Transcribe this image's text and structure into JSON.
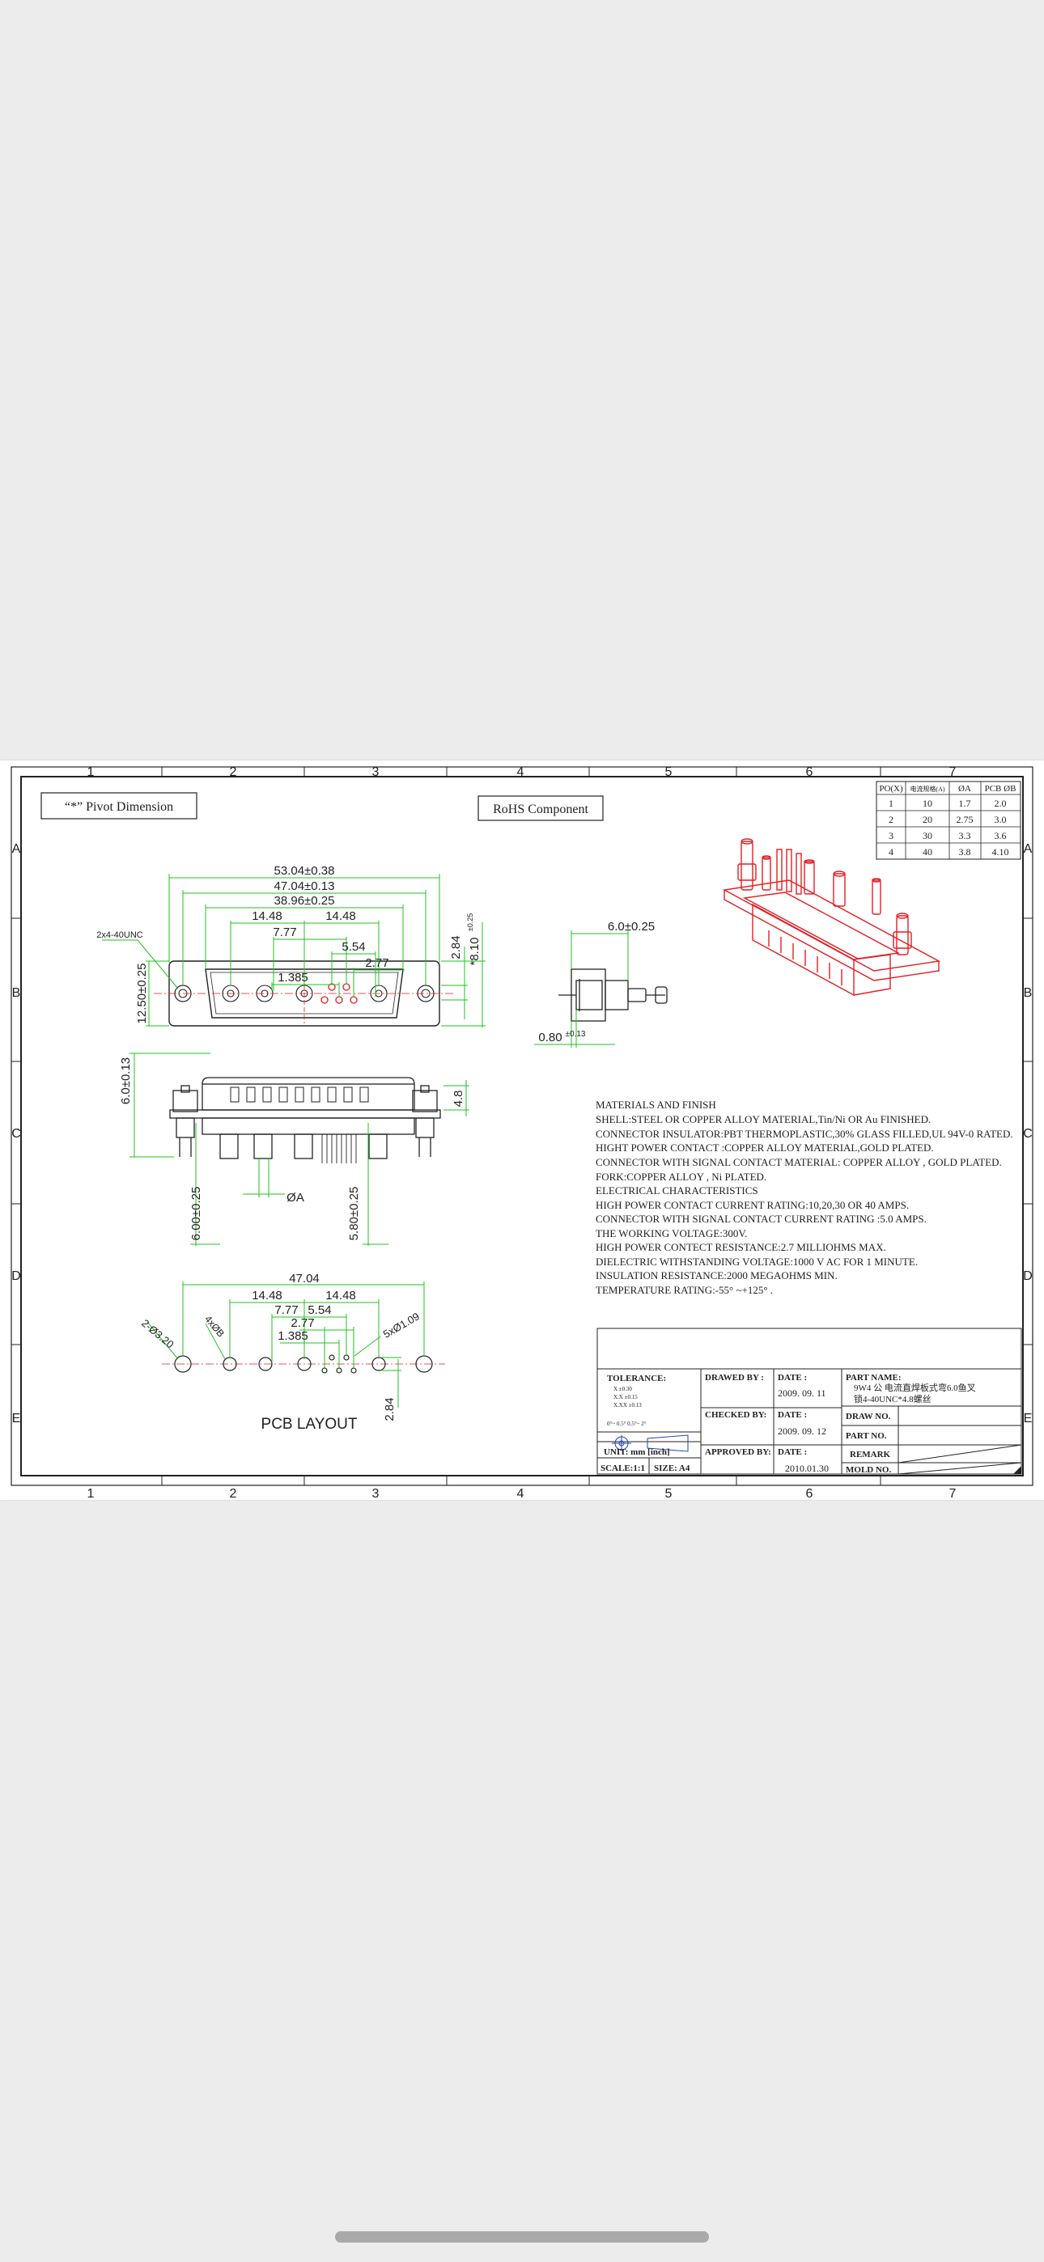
{
  "drawing": {
    "column_labels": [
      "1",
      "2",
      "3",
      "4",
      "5",
      "6",
      "7"
    ],
    "row_labels": [
      "A",
      "B",
      "C",
      "D",
      "E"
    ],
    "pivot_label": "“*” Pivot Dimension",
    "rohs_label": "RoHS  Component",
    "current_table": {
      "headers": [
        "PO(X)",
        "电流规格(A)",
        "ØA",
        "PCB ØB"
      ],
      "rows": [
        [
          "1",
          "10",
          "1.7",
          "2.0"
        ],
        [
          "2",
          "20",
          "2.75",
          "3.0"
        ],
        [
          "3",
          "30",
          "3.3",
          "3.6"
        ],
        [
          "4",
          "40",
          "3.8",
          "4.10"
        ]
      ]
    },
    "front_view": {
      "dim_overall": "53.04±0.38",
      "dim_mount": "47.04±0.13",
      "dim_shell": "38.96±0.25",
      "dim_left_pitch": "14.48",
      "dim_right_pitch": "14.48",
      "dim_777": "7.77",
      "dim_554": "5.54",
      "dim_277": "2.77",
      "dim_1385": "1.385",
      "dim_height": "12.50±0.25",
      "dim_284": "2.84",
      "dim_810": "*8.10",
      "dim_810_tol": "±0.25",
      "thread_label": "2x4-40UNC"
    },
    "side_view": {
      "dim_depth": "6.0±0.25",
      "dim_thickness": "0.80",
      "dim_thickness_tol": "±0.13"
    },
    "bottom_view": {
      "dim_flange": "6.0±0.13",
      "dim_48": "4.8",
      "dim_phiA": "ØA",
      "dim_left_pin": "6.00±0.25",
      "dim_right_pin": "5.80±0.25"
    },
    "pcb_layout": {
      "title": "PCB  LAYOUT",
      "dim_overall": "47.04",
      "dim_left_pitch": "14.48",
      "dim_right_pitch": "14.48",
      "dim_777": "7.77",
      "dim_554": "5.54",
      "dim_277": "2.77",
      "dim_1385": "1.385",
      "dim_284": "2.84",
      "hole_mount": "2-Ø3.20",
      "hole_power": "4xØB",
      "hole_signal": "5xØ1.09"
    },
    "notes": [
      "MATERIALS AND  FINISH",
      "SHELL:STEEL OR COPPER ALLOY MATERIAL,Tin/Ni OR Au FINISHED.",
      "CONNECTOR INSULATOR:PBT THERMOPLASTIC,30% GLASS FILLED,UL 94V-0 RATED.",
      "HIGHT POWER CONTACT :COPPER ALLOY MATERIAL,GOLD PLATED.",
      "CONNECTOR WITH SIGNAL CONTACT MATERIAL: COPPER ALLOY , GOLD PLATED.",
      "FORK:COPPER ALLOY , Ni PLATED.",
      "ELECTRICAL CHARACTERISTICS",
      "HIGH POWER CONTACT CURRENT RATING:10,20,30 OR 40 AMPS.",
      "CONNECTOR WITH SIGNAL CONTACT CURRENT RATING :5.0 AMPS.",
      "THE WORKING VOLTAGE:300V.",
      "HIGH POWER CONTECT RESISTANCE:2.7 MILLIOHMS MAX.",
      "DIELECTRIC WITHSTANDING VOLTAGE:1000 V AC FOR 1 MINUTE.",
      "INSULATION RESISTANCE:2000 MEGAOHMS MIN.",
      "TEMPERATURE RATING:-55° ~+125° ."
    ],
    "title_block": {
      "tolerance_label": "TOLERANCE:",
      "tolerance_rows": [
        "X     ±0.30",
        "X.X    ±0.15",
        "X.XX   ±0.13"
      ],
      "tolerance_angle": "0°~ 0.5°     0.5°~ 2°",
      "unit_label": "UNIT: mm  [inch]",
      "scale_label": "SCALE:1:1",
      "size_label": "SIZE: A4",
      "drawn_by_label": "DRAWED BY :",
      "checked_by_label": "CHECKED BY:",
      "approved_by_label": "APPROVED BY:",
      "date_label": "DATE :",
      "date_drawn": "2009. 09. 11",
      "date_checked": "2009. 09. 12",
      "date_approved": "2010.01.30",
      "part_name_label": "PART NAME:",
      "part_name_line1": "9W4 公 电流直焊板式弯6.0鱼叉",
      "part_name_line2": "锁4-40UNC*4.8螺丝",
      "draw_no_label": "DRAW NO.",
      "part_no_label": "PART NO.",
      "remark_label": "REMARK",
      "mold_no_label": "MOLD NO."
    }
  }
}
